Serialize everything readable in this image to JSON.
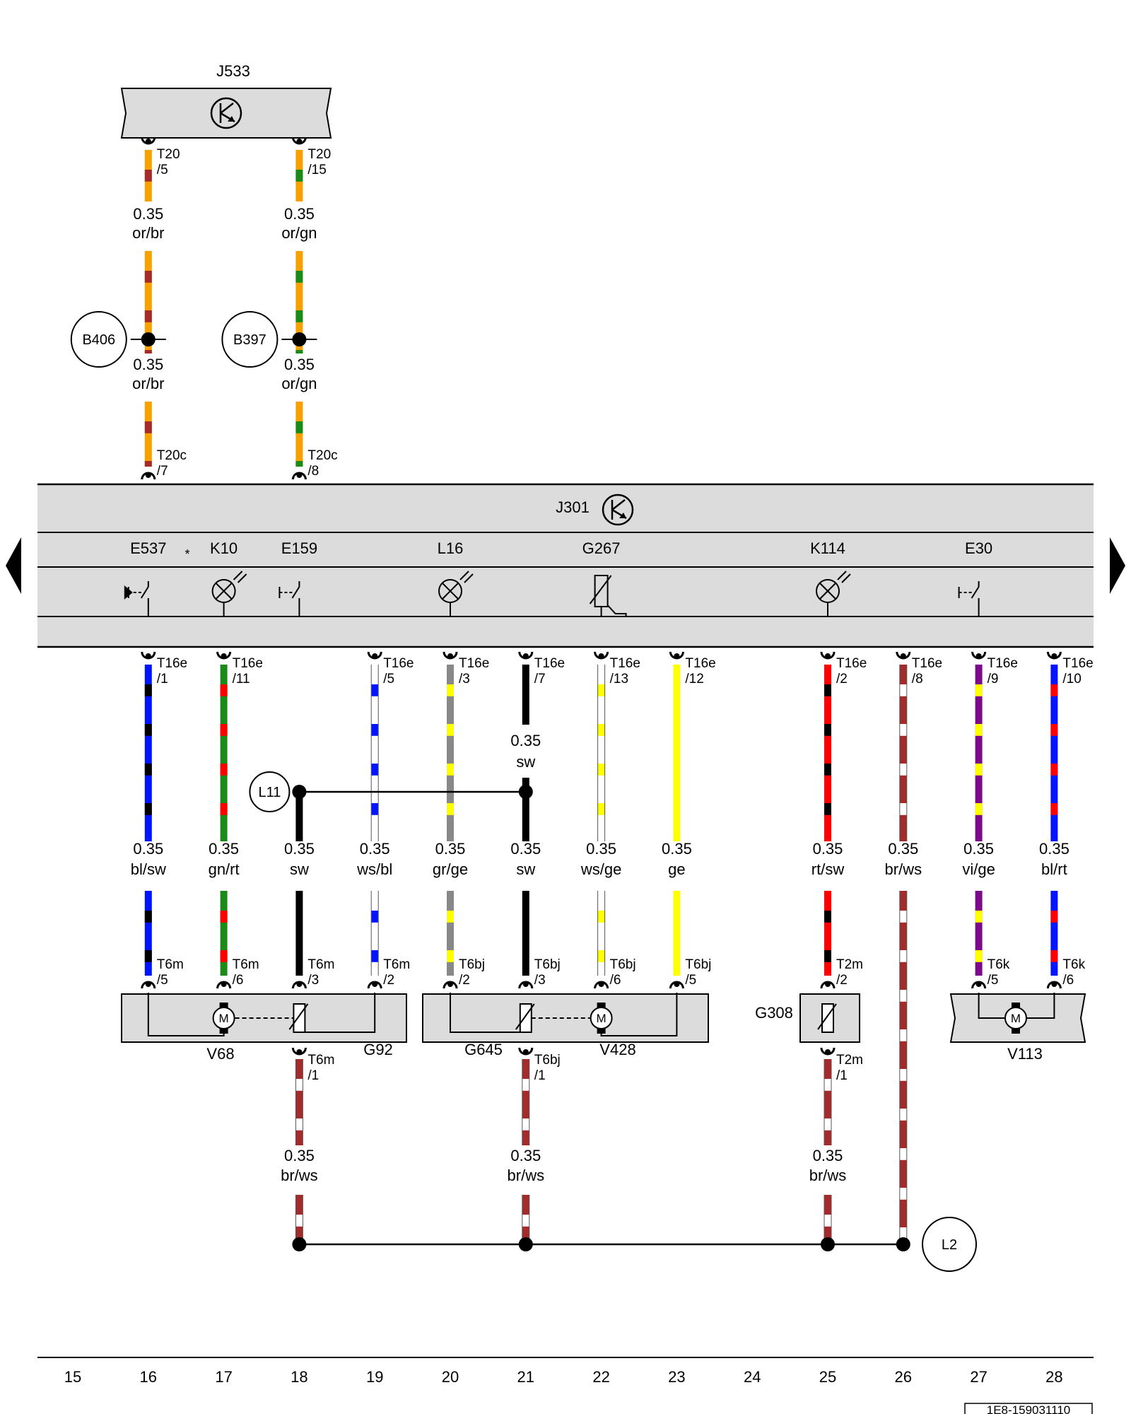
{
  "top_module": {
    "name": "J533"
  },
  "main_module": {
    "name": "J301",
    "components": [
      {
        "name": "E537",
        "kind": "switch-lamp",
        "col": 16
      },
      {
        "name": "K10",
        "kind": "lamp",
        "col": 17
      },
      {
        "name": "E159",
        "kind": "switch",
        "col": 18
      },
      {
        "name": "L16",
        "kind": "lamp",
        "col": 20
      },
      {
        "name": "G267",
        "kind": "resistor",
        "col": 22
      },
      {
        "name": "K114",
        "kind": "lamp",
        "col": 25
      },
      {
        "name": "E30",
        "kind": "switch",
        "col": 27
      }
    ],
    "asterisk": "*"
  },
  "upper_wires": [
    {
      "col": 16,
      "pin_top": "T20\n/5",
      "size": "0.35",
      "color_code": "or/br",
      "colors": [
        "#f7a100",
        "#a52a2a"
      ],
      "splice": "B406",
      "pin_bottom": "T20c\n/7"
    },
    {
      "col": 18,
      "pin_top": "T20\n/15",
      "size": "0.35",
      "color_code": "or/gn",
      "colors": [
        "#f7a100",
        "#1a8a1a"
      ],
      "splice": "B397",
      "pin_bottom": "T20c\n/8"
    }
  ],
  "lower_wires": [
    {
      "col": 16,
      "pin": "T16e\n/1",
      "size": "0.35",
      "color_code": "bl/sw",
      "colors": [
        "#0015ff",
        "#000000"
      ],
      "end_pin": "T6m\n/5"
    },
    {
      "col": 17,
      "pin": "T16e\n/11",
      "size": "0.35",
      "color_code": "gn/rt",
      "colors": [
        "#1a8a1a",
        "#ff0000"
      ],
      "end_pin": "T6m\n/6"
    },
    {
      "col": 18,
      "pin": "",
      "size": "0.35",
      "color_code": "sw",
      "colors": [
        "#000000"
      ],
      "end_pin": "T6m\n/3"
    },
    {
      "col": 19,
      "pin": "T16e\n/5",
      "size": "0.35",
      "color_code": "ws/bl",
      "colors": [
        "#ffffff",
        "#0015ff"
      ],
      "end_pin": "T6m\n/2"
    },
    {
      "col": 20,
      "pin": "T16e\n/3",
      "size": "0.35",
      "color_code": "gr/ge",
      "colors": [
        "#888888",
        "#ffff00"
      ],
      "end_pin": "T6bj\n/2"
    },
    {
      "col": 21,
      "pin": "T16e\n/7",
      "size": "0.35",
      "color_code": "sw",
      "colors": [
        "#000000"
      ],
      "end_pin": "T6bj\n/3",
      "mid_size": "0.35",
      "mid_code": "sw"
    },
    {
      "col": 22,
      "pin": "T16e\n/13",
      "size": "0.35",
      "color_code": "ws/ge",
      "colors": [
        "#ffffff",
        "#ffff00"
      ],
      "end_pin": "T6bj\n/6"
    },
    {
      "col": 23,
      "pin": "T16e\n/12",
      "size": "0.35",
      "color_code": "ge",
      "colors": [
        "#ffff00"
      ],
      "end_pin": "T6bj\n/5"
    },
    {
      "col": 25,
      "pin": "T16e\n/2",
      "size": "0.35",
      "color_code": "rt/sw",
      "colors": [
        "#ff0000",
        "#000000"
      ],
      "end_pin": "T2m\n/2"
    },
    {
      "col": 26,
      "pin": "T16e\n/8",
      "size": "0.35",
      "color_code": "br/ws",
      "colors": [
        "#a52a2a",
        "#ffffff"
      ],
      "end_pin": ""
    },
    {
      "col": 27,
      "pin": "T16e\n/9",
      "size": "0.35",
      "color_code": "vi/ge",
      "colors": [
        "#7a0a8a",
        "#ffff00"
      ],
      "end_pin": "T6k\n/5"
    },
    {
      "col": 28,
      "pin": "T16e\n/10",
      "size": "0.35",
      "color_code": "bl/rt",
      "colors": [
        "#0015ff",
        "#ff0000"
      ],
      "end_pin": "T6k\n/6"
    }
  ],
  "splice_L11": {
    "name": "L11"
  },
  "ground_splice": {
    "name": "L2"
  },
  "devices": [
    {
      "id": "V68-G92",
      "labels": [
        "V68",
        "G92"
      ],
      "ground_pin": "T6m\n/1",
      "ground_size": "0.35",
      "ground_code": "br/ws"
    },
    {
      "id": "G645-V428",
      "labels": [
        "G645",
        "V428"
      ],
      "ground_pin": "T6bj\n/1",
      "ground_size": "0.35",
      "ground_code": "br/ws"
    },
    {
      "id": "G308",
      "labels": [
        "G308"
      ],
      "ground_pin": "T2m\n/1",
      "ground_size": "0.35",
      "ground_code": "br/ws"
    },
    {
      "id": "V113",
      "labels": [
        "V113"
      ]
    }
  ],
  "columns": [
    "15",
    "16",
    "17",
    "18",
    "19",
    "20",
    "21",
    "22",
    "23",
    "24",
    "25",
    "26",
    "27",
    "28"
  ],
  "doc_id": "1E8-159031110",
  "colors": {
    "panel": "#dcdcdc",
    "brown": "#a52a2a"
  }
}
